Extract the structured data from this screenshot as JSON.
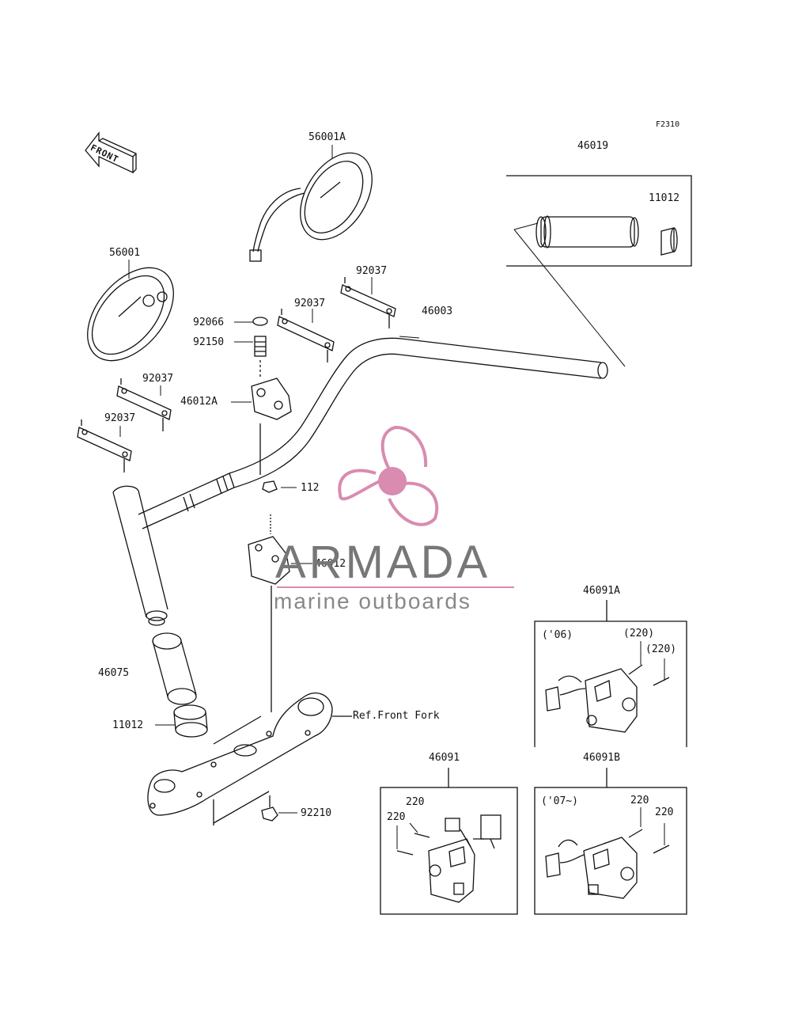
{
  "diagram": {
    "code": "F2310",
    "front_label": "FRONT",
    "labels": {
      "p56001A": "56001A",
      "p46019": "46019",
      "p11012_top": "11012",
      "p56001": "56001",
      "p92037_a": "92037",
      "p46003": "46003",
      "p92037_b": "92037",
      "p92066": "92066",
      "p92150": "92150",
      "p92037_c": "92037",
      "p46012A": "46012A",
      "p92037_d": "92037",
      "p112": "112",
      "p46012": "46012",
      "p46075": "46075",
      "p11012_bottom": "11012",
      "ref_front_fork": "Ref.Front Fork",
      "p92210": "92210",
      "p46091A": "46091A",
      "y06": "('06)",
      "p220_p1": "(220)",
      "p220_p2": "(220)",
      "p46091": "46091",
      "p46091B": "46091B",
      "p220_a": "220",
      "p220_b": "220",
      "y07": "('07~)",
      "p220_c": "220",
      "p220_d": "220"
    }
  },
  "watermark": {
    "name": "ARMADA",
    "tagline": "marine outboards",
    "accent": "#d98bb0",
    "logo": "propeller-logo"
  },
  "colors": {
    "line": "#111111",
    "background": "#ffffff"
  }
}
